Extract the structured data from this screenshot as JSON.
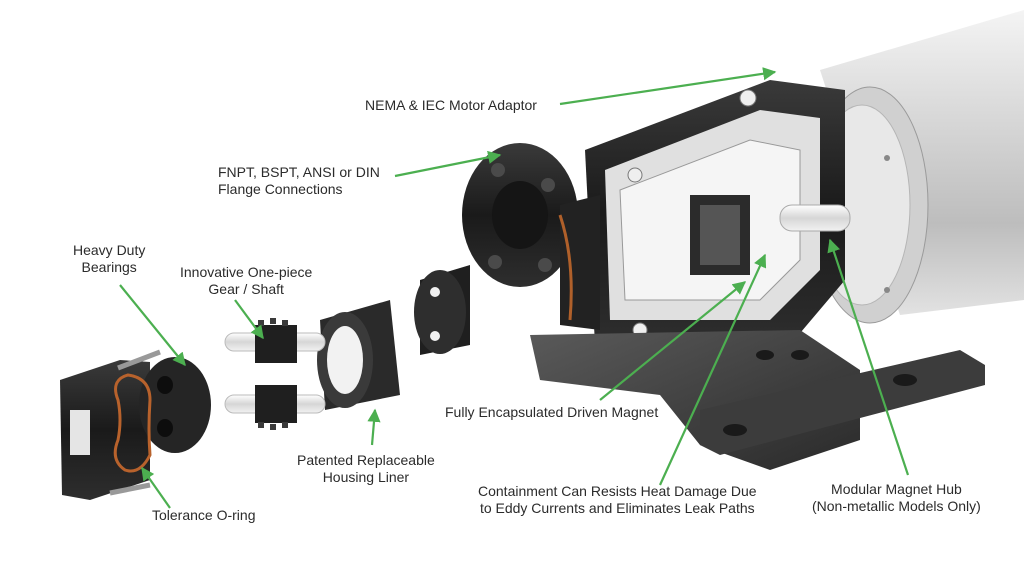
{
  "accent_color": "#4caf50",
  "labels": {
    "motor_adaptor": "NEMA & IEC Motor Adaptor",
    "flange": [
      "FNPT, BSPT, ANSI or DIN",
      "Flange Connections"
    ],
    "bearings": [
      "Heavy Duty",
      "Bearings"
    ],
    "gear_shaft": [
      "Innovative One-piece",
      "Gear / Shaft"
    ],
    "liner": [
      "Patented Replaceable",
      "Housing Liner"
    ],
    "oring": "Tolerance O-ring",
    "driven_magnet": "Fully Encapsulated Driven Magnet",
    "containment": [
      "Containment Can Resists Heat Damage Due",
      "to Eddy Currents and Eliminates Leak Paths"
    ],
    "magnet_hub": [
      "Modular Magnet Hub",
      "(Non-metallic Models Only)"
    ]
  }
}
